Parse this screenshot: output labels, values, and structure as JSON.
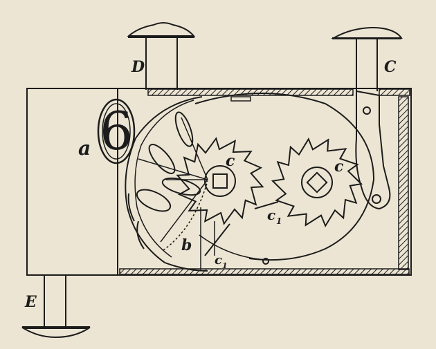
{
  "labels": {
    "D": "D",
    "C": "C",
    "a": "a",
    "E": "E",
    "digit": "6",
    "c_left": "c",
    "c_right": "c",
    "c1_mid": "c",
    "c1_mid_sub": "1",
    "b": "b",
    "c1_low": "c",
    "c1_low_sub": "1"
  },
  "colors": {
    "paper": "#ece5d3",
    "ink": "#1c1c1c"
  }
}
